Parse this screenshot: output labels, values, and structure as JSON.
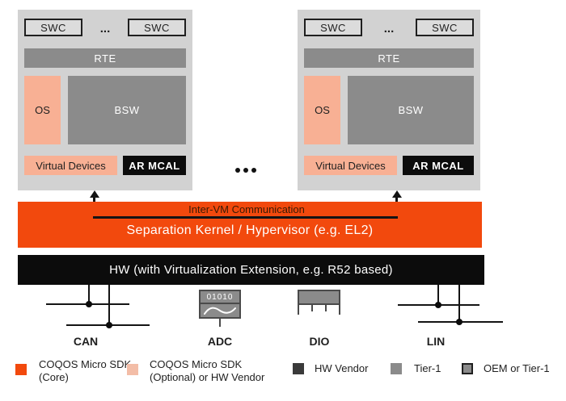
{
  "vm": {
    "swc1": "SWC",
    "swc2": "SWC",
    "swc_dots": "...",
    "rte": "RTE",
    "os": "OS",
    "bsw": "BSW",
    "virtual_devices": "Virtual Devices",
    "ar_mcal": "AR MCAL"
  },
  "hypervisor": {
    "intervm_label": "Inter-VM Communication",
    "label": "Separation Kernel / Hypervisor (e.g. EL2)"
  },
  "hw": {
    "label": "HW (with Virtualization Extension, e.g. R52 based)"
  },
  "buses": {
    "can_label": "CAN",
    "adc_label": "ADC",
    "adc_bits": "01010",
    "dio_label": "DIO",
    "lin_label": "LIN"
  },
  "legend": {
    "item1_line1": "COQOS Micro SDK",
    "item1_line2": "(Core)",
    "item2_line1": "COQOS Micro SDK",
    "item2_line2": "(Optional)  or HW Vendor",
    "item3_label": "HW Vendor",
    "item4_label": "Tier-1",
    "item5_label": "OEM or Tier-1"
  },
  "colors": {
    "accent_orange": "#f2490d",
    "salmon_optional": "#f8b094",
    "legend_salmon": "#f3bda7",
    "panel_gray": "#d2d2d2",
    "tier1_gray": "#8b8b8b",
    "hw_vendor_dark": "#3a3a3a",
    "black": "#0c0c0c"
  }
}
